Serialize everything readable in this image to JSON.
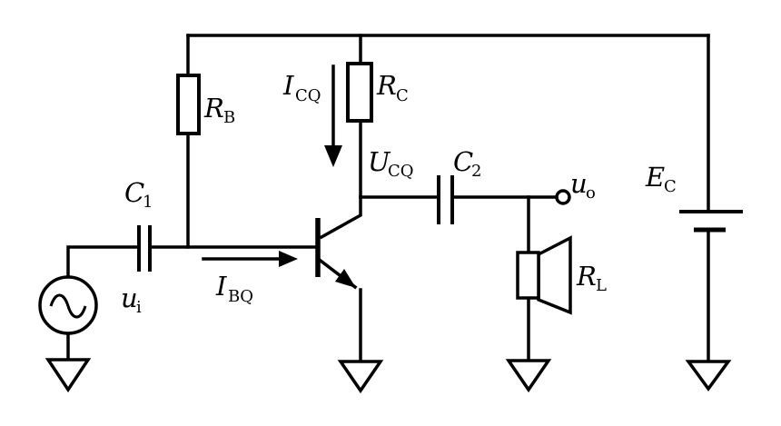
{
  "figure": {
    "kind": "transistor-amplifier-circuit-diagram",
    "colors": {
      "line": "#000000",
      "background": "#ffffff",
      "text": "#000000"
    },
    "labels": {
      "c1": {
        "main": "C",
        "sub": "1"
      },
      "rb": {
        "main": "R",
        "sub": "B"
      },
      "icq": {
        "main": "I",
        "sub": "CQ"
      },
      "rc": {
        "main": "R",
        "sub": "C"
      },
      "ucq": {
        "main": "U",
        "sub": "CQ"
      },
      "c2": {
        "main": "C",
        "sub": "2"
      },
      "uo": {
        "main": "u",
        "sub": "o"
      },
      "ec": {
        "main": "E",
        "sub": "C"
      },
      "rl": {
        "main": "R",
        "sub": "L"
      },
      "ibq": {
        "main": "I",
        "sub": "BQ"
      },
      "ui": {
        "main": "u",
        "sub": "i"
      }
    },
    "components": [
      "ac-source",
      "capacitor-c1",
      "resistor-rb",
      "resistor-rc",
      "npn-transistor",
      "capacitor-c2",
      "output-terminal",
      "speaker-load-rl",
      "battery-ec",
      "ground-x4",
      "current-arrow-ibq",
      "current-arrow-icq"
    ]
  }
}
